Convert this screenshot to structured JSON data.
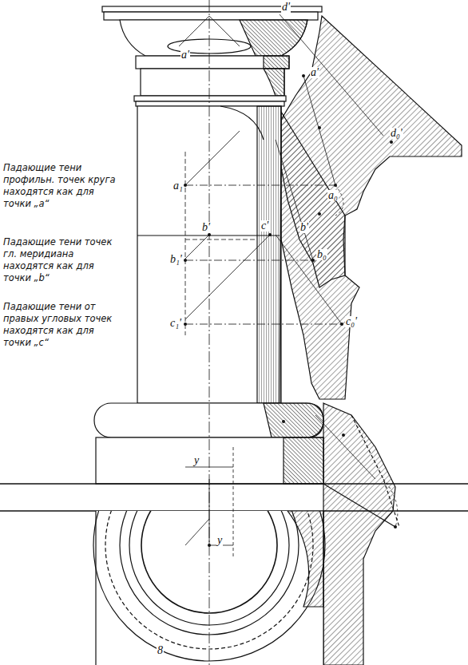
{
  "diagram": {
    "labels": [
      "Падающие тени профильн. точек круга находятся как для точки „a“",
      "Падающие тени точек гл. меридиана находятся как для точки „b“",
      "Падающие тени от правых угловых точек находятся как для точки „c“",
      "d'",
      "a'",
      "a'",
      "d₀'",
      "a₁",
      "a₀",
      "b'",
      "c'",
      "b'",
      "b₁'",
      "b₀",
      "c₁'",
      "c₀'",
      "y",
      "y",
      "8"
    ]
  }
}
